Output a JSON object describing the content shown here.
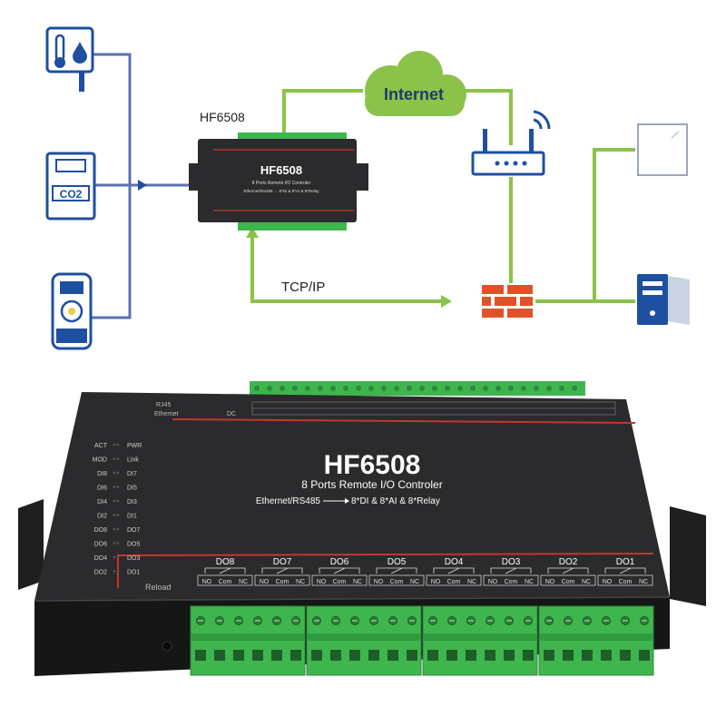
{
  "diagram": {
    "device_label": "HF6508",
    "cloud_label": "Internet",
    "link_label": "TCP/IP",
    "co2_label": "CO2",
    "small_device": {
      "model": "HF6508",
      "subtitle": "8 Ports Remote I/O Controler",
      "line3": "Ethernet/RS485 → 8*DI & 8*AI & 8*Relay"
    },
    "colors": {
      "line_green": "#8bc34a",
      "line_blue": "#5b6fb0",
      "icon_blue": "#1f4fa0",
      "firewall_red": "#e0522a"
    }
  },
  "device": {
    "model": "HF6508",
    "subtitle": "8 Ports Remote I/O Controler",
    "spec_left": "Ethernet/RS485",
    "spec_right": "8*DI & 8*AI & 8*Relay",
    "rj45": "RJ45",
    "ethernet": "Ethernet",
    "dc": "DC",
    "reload": "Reload",
    "leds": [
      [
        "ACT",
        "PWR"
      ],
      [
        "MOD",
        "Link"
      ],
      [
        "DI8",
        "DI7"
      ],
      [
        "DI6",
        "DI5"
      ],
      [
        "DI4",
        "DI3"
      ],
      [
        "DI2",
        "DI1"
      ],
      [
        "DO8",
        "DO7"
      ],
      [
        "DO6",
        "DO5"
      ],
      [
        "DO4",
        "DO3"
      ],
      [
        "DO2",
        "DO1"
      ]
    ],
    "relays": [
      "DO8",
      "DO7",
      "DO6",
      "DO5",
      "DO4",
      "DO3",
      "DO2",
      "DO1"
    ],
    "relay_pins": [
      "NO",
      "Com",
      "NC"
    ],
    "colors": {
      "body": "#2b2b2d",
      "terminal_green": "#3fb54e",
      "stripe_red": "#c0392b"
    }
  }
}
